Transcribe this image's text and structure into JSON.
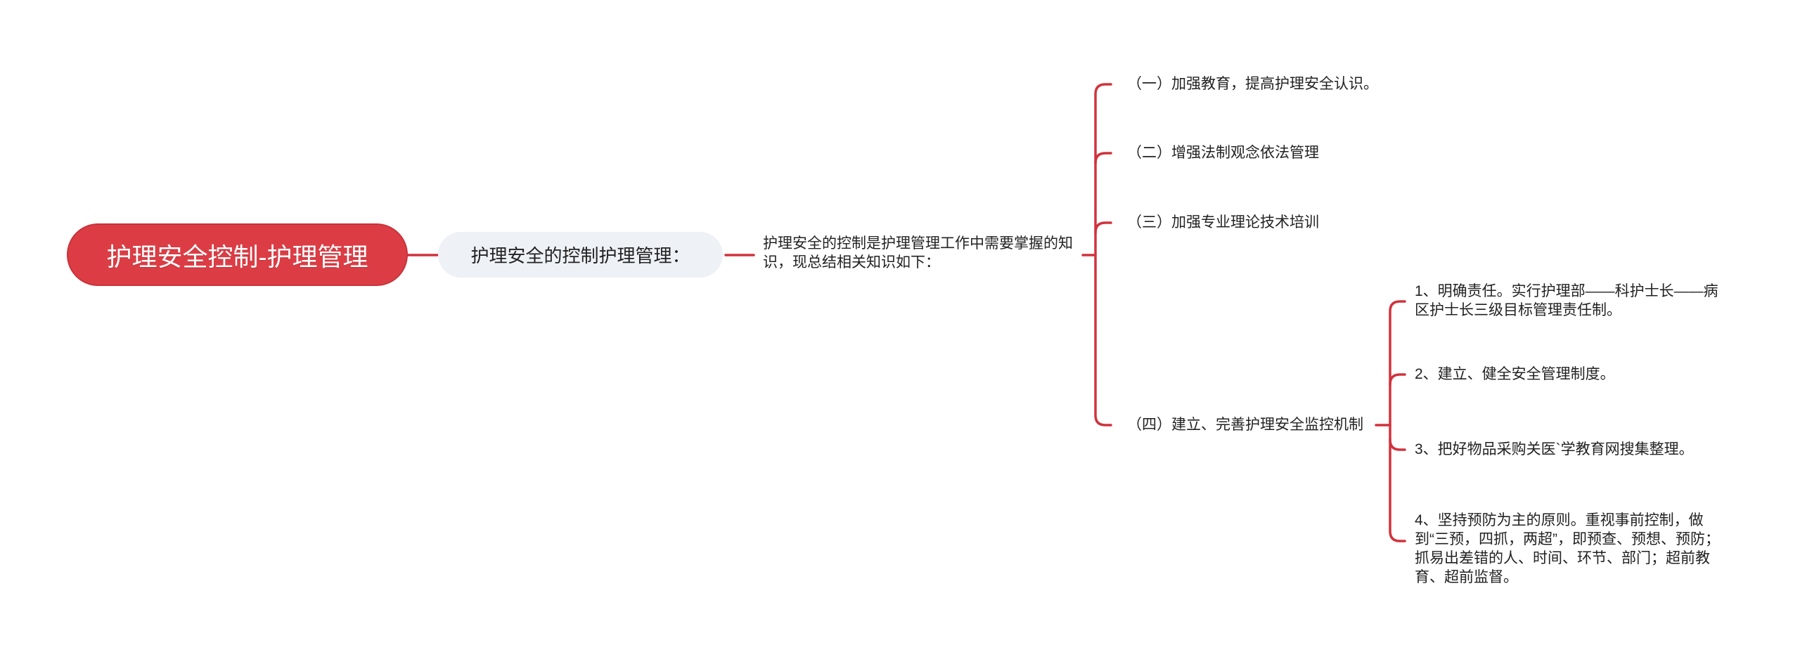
{
  "colors": {
    "root_fill": "#dc3d45",
    "root_text": "#ffffff",
    "sub_fill": "#eef1f5",
    "line": "#d0333d",
    "text": "#222222",
    "background": "#ffffff"
  },
  "root": {
    "label": "护理安全控制-护理管理"
  },
  "topic": {
    "label": "护理安全的控制护理管理："
  },
  "summary": {
    "label": "护理安全的控制是护理管理工作中需要掌握的知识，现总结相关知识如下："
  },
  "branches": [
    {
      "label": "（一）加强教育，提高护理安全认识。"
    },
    {
      "label": "（二）增强法制观念依法管理"
    },
    {
      "label": "（三）加强专业理论技术培训"
    },
    {
      "label": "（四）建立、完善护理安全监控机制",
      "children": [
        {
          "label": "1、明确责任。实行护理部——科护士长——病区护士长三级目标管理责任制。"
        },
        {
          "label": "2、建立、健全安全管理制度。"
        },
        {
          "label": "3、把好物品采购关医`学教育网搜集整理。"
        },
        {
          "label": "4、坚持预防为主的原则。重视事前控制，做到“三预，四抓，两超”，即预查、预想、预防；抓易出差错的人、时间、环节、部门；超前教育、超前监督。"
        }
      ]
    }
  ]
}
